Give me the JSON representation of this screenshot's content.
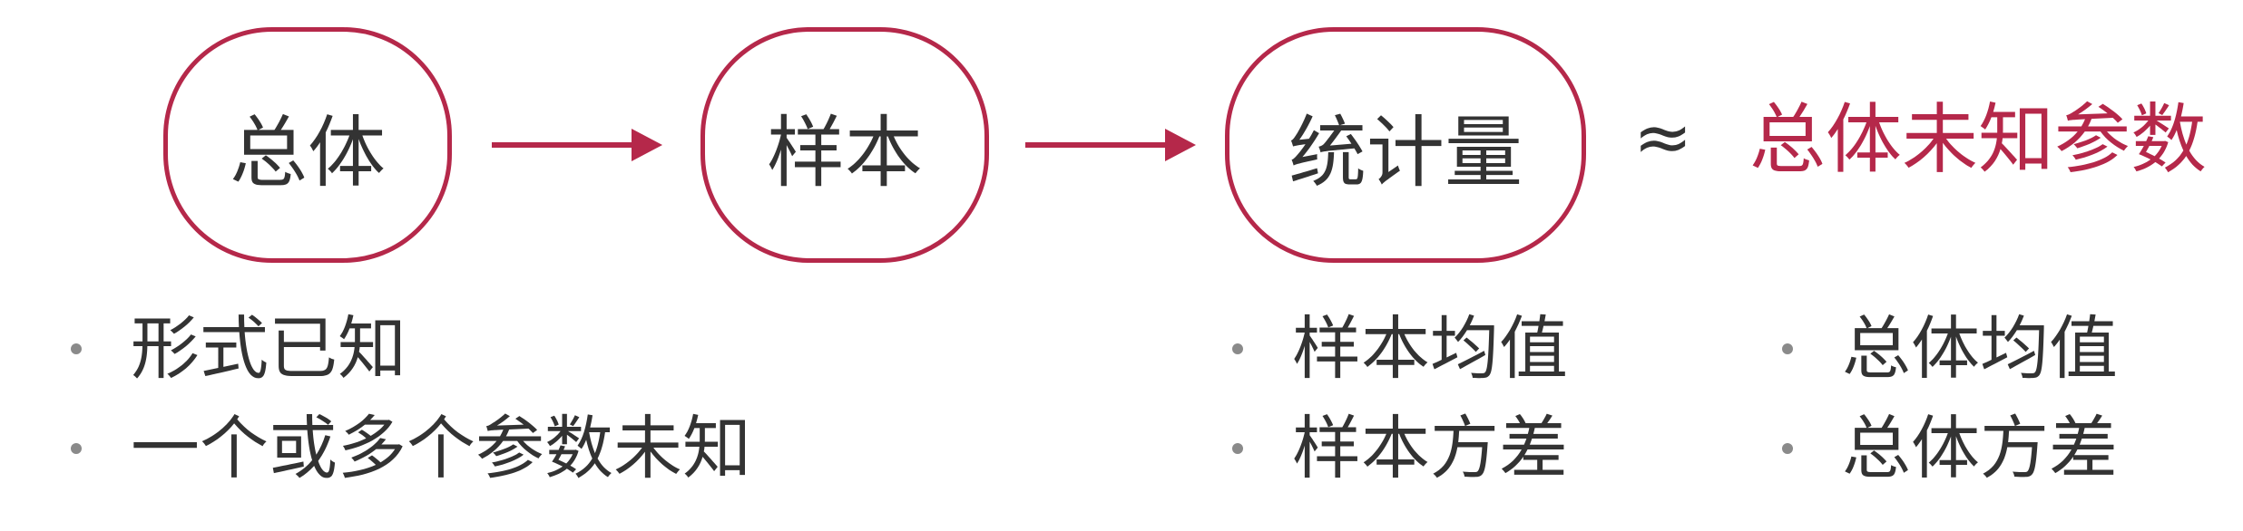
{
  "flow": {
    "population": "总体",
    "sample": "样本",
    "statistic": "统计量",
    "approx": "≈",
    "target": "总体未知参数"
  },
  "lists": {
    "population": [
      "形式已知",
      "一个或多个参数未知"
    ],
    "statistic": [
      "样本均值",
      "样本方差"
    ],
    "parameter": [
      "总体均值",
      "总体方差"
    ]
  },
  "colors": {
    "accent": "#b5284a",
    "text": "#333333",
    "bullet": "#8a8a8a"
  }
}
